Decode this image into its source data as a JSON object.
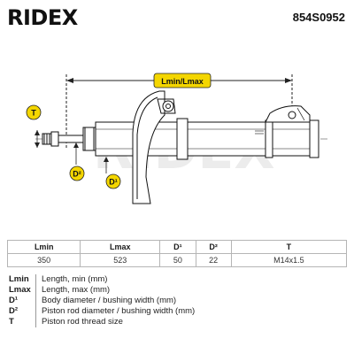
{
  "brand": "RIDEX",
  "watermark": "RIDEX",
  "part_number": "854S0952",
  "drawing": {
    "length_label": "Lmin/Lmax",
    "badges": [
      {
        "key": "T",
        "label": "T"
      },
      {
        "key": "D2",
        "label": "D²"
      },
      {
        "key": "D1",
        "label": "D¹"
      }
    ]
  },
  "specs": {
    "headers": [
      "Lmin",
      "Lmax",
      "D¹",
      "D²",
      "T"
    ],
    "values": [
      "350",
      "523",
      "50",
      "22",
      "M14x1.5"
    ]
  },
  "legend": [
    {
      "key": "Lmin",
      "desc": "Length, min (mm)"
    },
    {
      "key": "Lmax",
      "desc": "Length, max (mm)"
    },
    {
      "key": "D¹",
      "desc": "Body diameter / bushing width (mm)"
    },
    {
      "key": "D²",
      "desc": "Piston rod diameter / bushing width (mm)"
    },
    {
      "key": "T",
      "desc": "Piston rod thread size"
    }
  ]
}
